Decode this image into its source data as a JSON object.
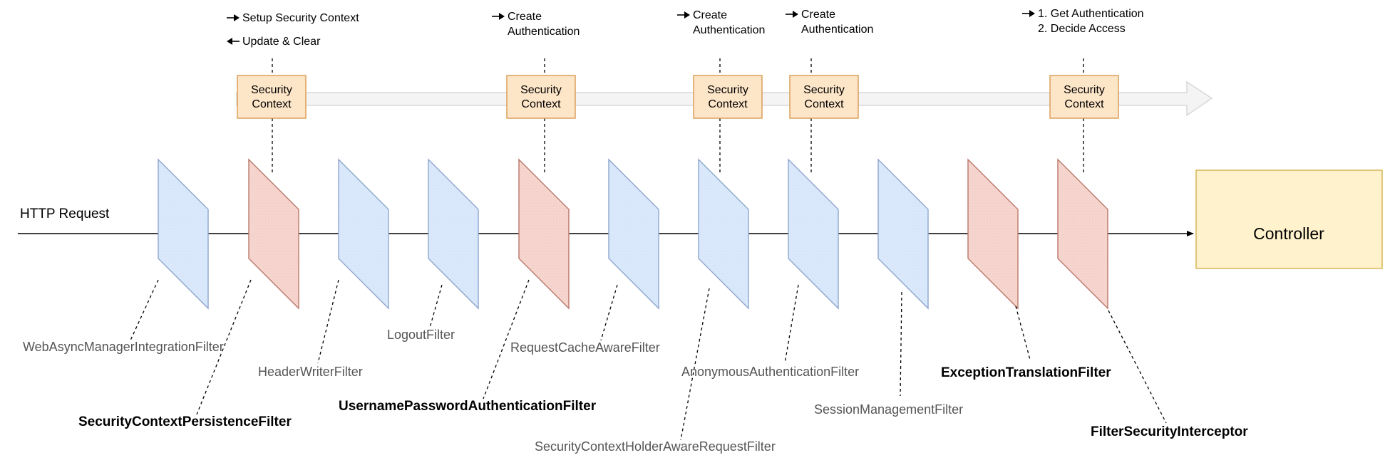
{
  "request_label": "HTTP Request",
  "controller_label": "Controller",
  "context_box_line1": "Security",
  "context_box_line2": "Context",
  "notes": [
    {
      "arrow": "right",
      "text": "Setup Security Context"
    },
    {
      "arrow": "left",
      "text": "Update & Clear"
    },
    {
      "arrow": "right",
      "text": "Create"
    },
    {
      "arrow": "none",
      "text": "Authentication"
    },
    {
      "arrow": "right",
      "text": "Create"
    },
    {
      "arrow": "none",
      "text": "Authentication"
    },
    {
      "arrow": "right",
      "text": "Create"
    },
    {
      "arrow": "none",
      "text": "Authentication"
    },
    {
      "arrow": "right",
      "text": "1. Get Authentication"
    },
    {
      "arrow": "none",
      "text": "2. Decide Access"
    }
  ],
  "filters": [
    {
      "name": "WebAsyncManagerIntegrationFilter",
      "type": "standard",
      "bold": false
    },
    {
      "name": "SecurityContextPersistenceFilter",
      "type": "security",
      "bold": true
    },
    {
      "name": "HeaderWriterFilter",
      "type": "standard",
      "bold": false
    },
    {
      "name": "LogoutFilter",
      "type": "standard",
      "bold": false
    },
    {
      "name": "UsernamePasswordAuthenticationFilter",
      "type": "security",
      "bold": true
    },
    {
      "name": "RequestCacheAwareFilter",
      "type": "standard",
      "bold": false
    },
    {
      "name": "SecurityContextHolderAwareRequestFilter",
      "type": "standard",
      "bold": false
    },
    {
      "name": "AnonymousAuthenticationFilter",
      "type": "standard",
      "bold": false
    },
    {
      "name": "SessionManagementFilter",
      "type": "standard",
      "bold": false
    },
    {
      "name": "ExceptionTranslationFilter",
      "type": "security",
      "bold": true
    },
    {
      "name": "FilterSecurityInterceptor",
      "type": "security",
      "bold": true
    }
  ],
  "colors": {
    "standard_fill": "#dae8fc",
    "standard_stroke": "#8ea6cc",
    "security_fill": "#f6d5cf",
    "security_stroke": "#b9786a",
    "context_fill": "#fde5c8",
    "context_stroke": "#d89a52",
    "controller_fill": "#fff2cc",
    "controller_stroke": "#d6b656",
    "band_fill": "#f4f4f4",
    "band_stroke": "#d8d8d8",
    "label_gray": "#555555",
    "label_bold": "#000000"
  }
}
